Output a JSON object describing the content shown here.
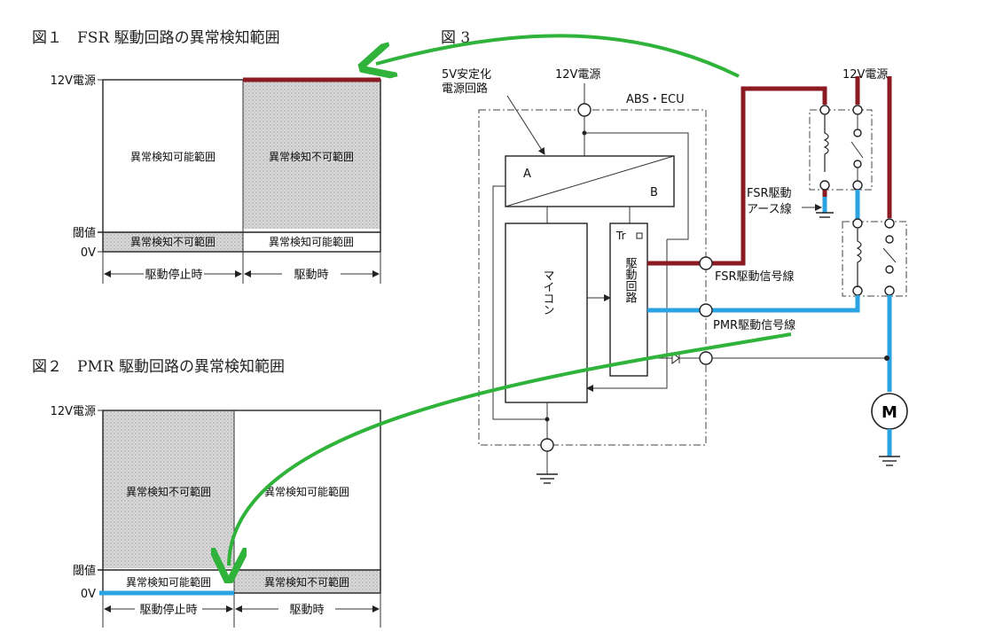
{
  "fig1": {
    "title": "図１　FSR 駆動回路の異常検知範囲",
    "y_top": "12V電源",
    "y_mid": "閾値",
    "y_bot": "0V",
    "region_left_upper": "異常検知可能範囲",
    "region_right_upper": "異常検知不可範囲",
    "region_left_lower": "異常検知不可範囲",
    "region_right_lower": "異常検知可能範囲",
    "x_left": "駆動停止時",
    "x_right": "駆動時"
  },
  "fig2": {
    "title": "図２　PMR 駆動回路の異常検知範囲",
    "y_top": "12V電源",
    "y_mid": "閾値",
    "y_bot": "0V",
    "region_left_upper": "異常検知不可範囲",
    "region_right_upper": "異常検知可能範囲",
    "region_left_lower": "異常検知可能範囲",
    "region_right_lower": "異常検知不可範囲",
    "x_left": "駆動停止時",
    "x_right": "駆動時"
  },
  "fig3": {
    "title": "図 3",
    "supply_label": "12V電源",
    "supply_label_right": "12V電源",
    "regulator_line1": "5V安定化",
    "regulator_line2": "電源回路",
    "ecu_label": "ABS・ECU",
    "block_a": "A",
    "block_b": "B",
    "micro_label": "マイコン",
    "driver_label": "駆動回路",
    "tr_label": "Tr",
    "fsr_ground_line1": "FSR駆動",
    "fsr_ground_line2": "アース線",
    "fsr_signal": "FSR駆動信号線",
    "pmr_signal": "PMR駆動信号線",
    "motor_label": "M"
  },
  "colors": {
    "fsr_line": "#8b1a22",
    "pmr_line": "#2aa3e3",
    "arrow": "#2fb33a",
    "shade": "#d4d4d4"
  }
}
